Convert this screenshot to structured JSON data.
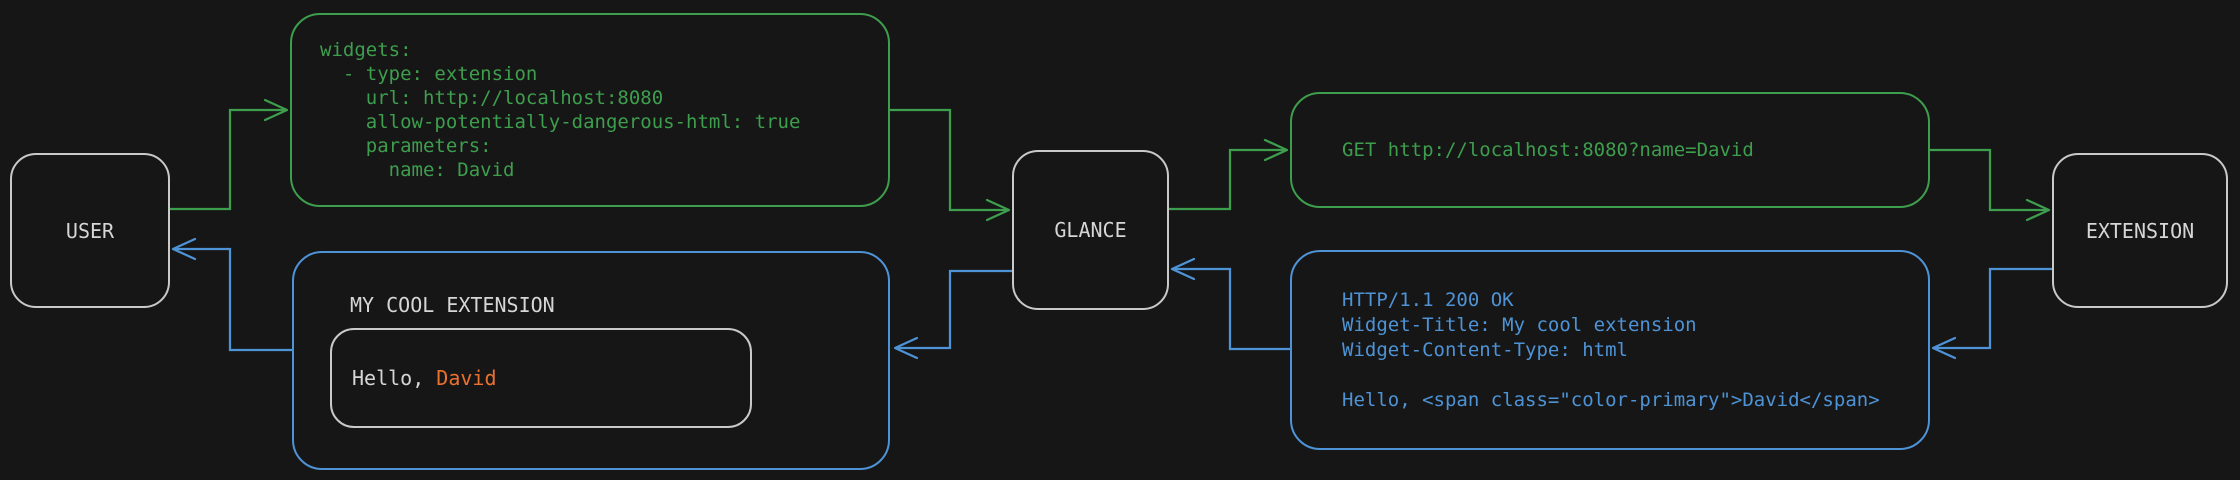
{
  "nodes": {
    "user": {
      "label": "USER"
    },
    "glance": {
      "label": "GLANCE"
    },
    "extension": {
      "label": "EXTENSION"
    }
  },
  "config_box": {
    "code": "widgets:\n  - type: extension\n    url: http://localhost:8080\n    allow-potentially-dangerous-html: true\n    parameters:\n      name: David"
  },
  "request_box": {
    "code": "GET http://localhost:8080?name=David"
  },
  "response_box": {
    "code": "HTTP/1.1 200 OK\nWidget-Title: My cool extension\nWidget-Content-Type: html\n\nHello, <span class=\"color-primary\">David</span>"
  },
  "widget_box": {
    "title": "MY COOL EXTENSION",
    "greeting_prefix": "Hello, ",
    "greeting_name": "David"
  },
  "colors": {
    "background": "#161616",
    "green": "#3d9e4d",
    "blue": "#4e93d6",
    "orange": "#e9722f",
    "node_border": "#c9c9c9",
    "text": "#d6d6d6"
  }
}
